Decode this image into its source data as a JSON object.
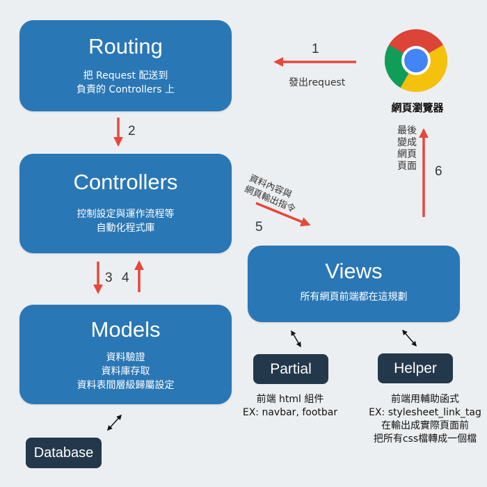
{
  "routing": {
    "title": "Routing",
    "desc": "把 Request 配送到\n負責的 Controllers 上"
  },
  "controllers": {
    "title": "Controllers",
    "desc": "控制設定與運作流程等\n自動化程式庫"
  },
  "models": {
    "title": "Models",
    "desc": "資料驗證\n資料庫存取\n資料表間層級歸屬設定"
  },
  "views": {
    "title": "Views",
    "desc": "所有網頁前端都在這規劃"
  },
  "browser": {
    "label": "網頁瀏覽器",
    "icon": "chrome-icon"
  },
  "partial": {
    "label": "Partial",
    "caption": "前端 html 組件\nEX: navbar, footbar"
  },
  "helper": {
    "label": "Helper",
    "caption": "前端用輔助函式\nEX: stylesheet_link_tag\n在輸出成實際頁面前\n把所有css檔轉成一個檔"
  },
  "database": {
    "label": "Database"
  },
  "steps": {
    "s1": "1",
    "s1_label": "發出request",
    "s2": "2",
    "s3": "3",
    "s4": "4",
    "s5": "5",
    "s5_label": "資料內容與\n網頁輸出指令",
    "s6": "6",
    "s6_label": "最後變成網頁頁面"
  },
  "colors": {
    "box": "#2a77b6",
    "pill": "#23384b",
    "arrow": "#e8463b",
    "background": "#eceff1"
  }
}
